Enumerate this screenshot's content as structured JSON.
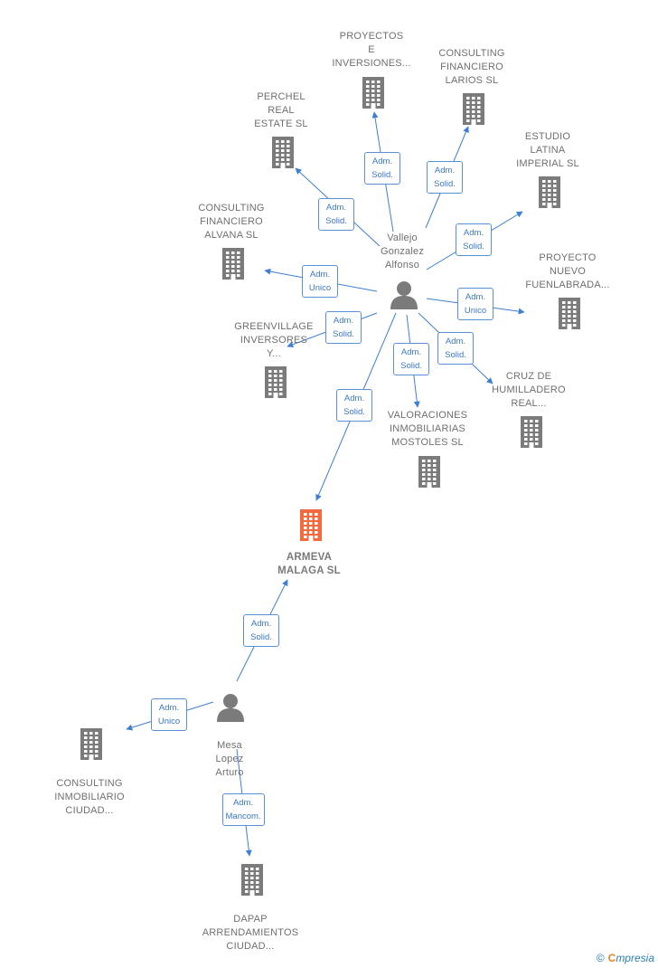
{
  "colors": {
    "building": "#7b7b7b",
    "focus_building": "#f26a3d",
    "person": "#7b7b7b",
    "edge": "#3d7fd1"
  },
  "people": [
    {
      "id": "vallejo",
      "label": "Vallejo\nGonzalez\nAlfonso",
      "icon": "person-icon"
    },
    {
      "id": "mesa",
      "label": "Mesa\nLopez\nArturo",
      "icon": "person-icon"
    }
  ],
  "companies": [
    {
      "id": "proyectos",
      "label": "PROYECTOS\nE\nINVERSIONES...",
      "icon": "building-icon"
    },
    {
      "id": "cons_larios",
      "label": "CONSULTING\nFINANCIERO\nLARIOS  SL",
      "icon": "building-icon"
    },
    {
      "id": "perchel",
      "label": "PERCHEL\nREAL\nESTATE  SL",
      "icon": "building-icon"
    },
    {
      "id": "estudio",
      "label": "ESTUDIO\nLATINA\nIMPERIAL  SL",
      "icon": "building-icon"
    },
    {
      "id": "cons_alvana",
      "label": "CONSULTING\nFINANCIERO\nALVANA SL",
      "icon": "building-icon"
    },
    {
      "id": "proyecto_nuevo",
      "label": "PROYECTO\nNUEVO\nFUENLABRADA...",
      "icon": "building-icon"
    },
    {
      "id": "greenville",
      "label": "GREENVILLAGE\nINVERSORES\nY...",
      "icon": "building-icon"
    },
    {
      "id": "cruz",
      "label": "CRUZ DE\nHUMILLADERO\nREAL...",
      "icon": "building-icon"
    },
    {
      "id": "valoraciones",
      "label": "VALORACIONES\nINMOBILIARIAS\nMOSTOLES  SL",
      "icon": "building-icon"
    },
    {
      "id": "armeva",
      "label": "ARMEVA\nMALAGA  SL",
      "icon": "building-icon",
      "focus": true
    },
    {
      "id": "cons_inmob",
      "label": "CONSULTING\nINMOBILIARIO\nCIUDAD...",
      "icon": "building-icon"
    },
    {
      "id": "dapap",
      "label": "DAPAP\nARRENDAMIENTOS\nCIUDAD...",
      "icon": "building-icon"
    }
  ],
  "relations": [
    {
      "from": "vallejo",
      "to": "proyectos",
      "role": "Adm.\nSolid."
    },
    {
      "from": "vallejo",
      "to": "cons_larios",
      "role": "Adm.\nSolid."
    },
    {
      "from": "vallejo",
      "to": "perchel",
      "role": "Adm.\nSolid."
    },
    {
      "from": "vallejo",
      "to": "estudio",
      "role": "Adm.\nSolid."
    },
    {
      "from": "vallejo",
      "to": "cons_alvana",
      "role": "Adm.\nUnico"
    },
    {
      "from": "vallejo",
      "to": "proyecto_nuevo",
      "role": "Adm.\nUnico"
    },
    {
      "from": "vallejo",
      "to": "greenville",
      "role": "Adm.\nSolid."
    },
    {
      "from": "vallejo",
      "to": "cruz",
      "role": "Adm.\nSolid."
    },
    {
      "from": "vallejo",
      "to": "valoraciones",
      "role": "Adm.\nSolid."
    },
    {
      "from": "vallejo",
      "to": "armeva",
      "role": "Adm.\nSolid."
    },
    {
      "from": "mesa",
      "to": "armeva",
      "role": "Adm.\nSolid."
    },
    {
      "from": "mesa",
      "to": "cons_inmob",
      "role": "Adm.\nUnico"
    },
    {
      "from": "mesa",
      "to": "dapap",
      "role": "Adm.\nMancom."
    }
  ],
  "footer": {
    "copyright": "©",
    "brand_e": "C",
    "brand_rest": "mpresia"
  }
}
